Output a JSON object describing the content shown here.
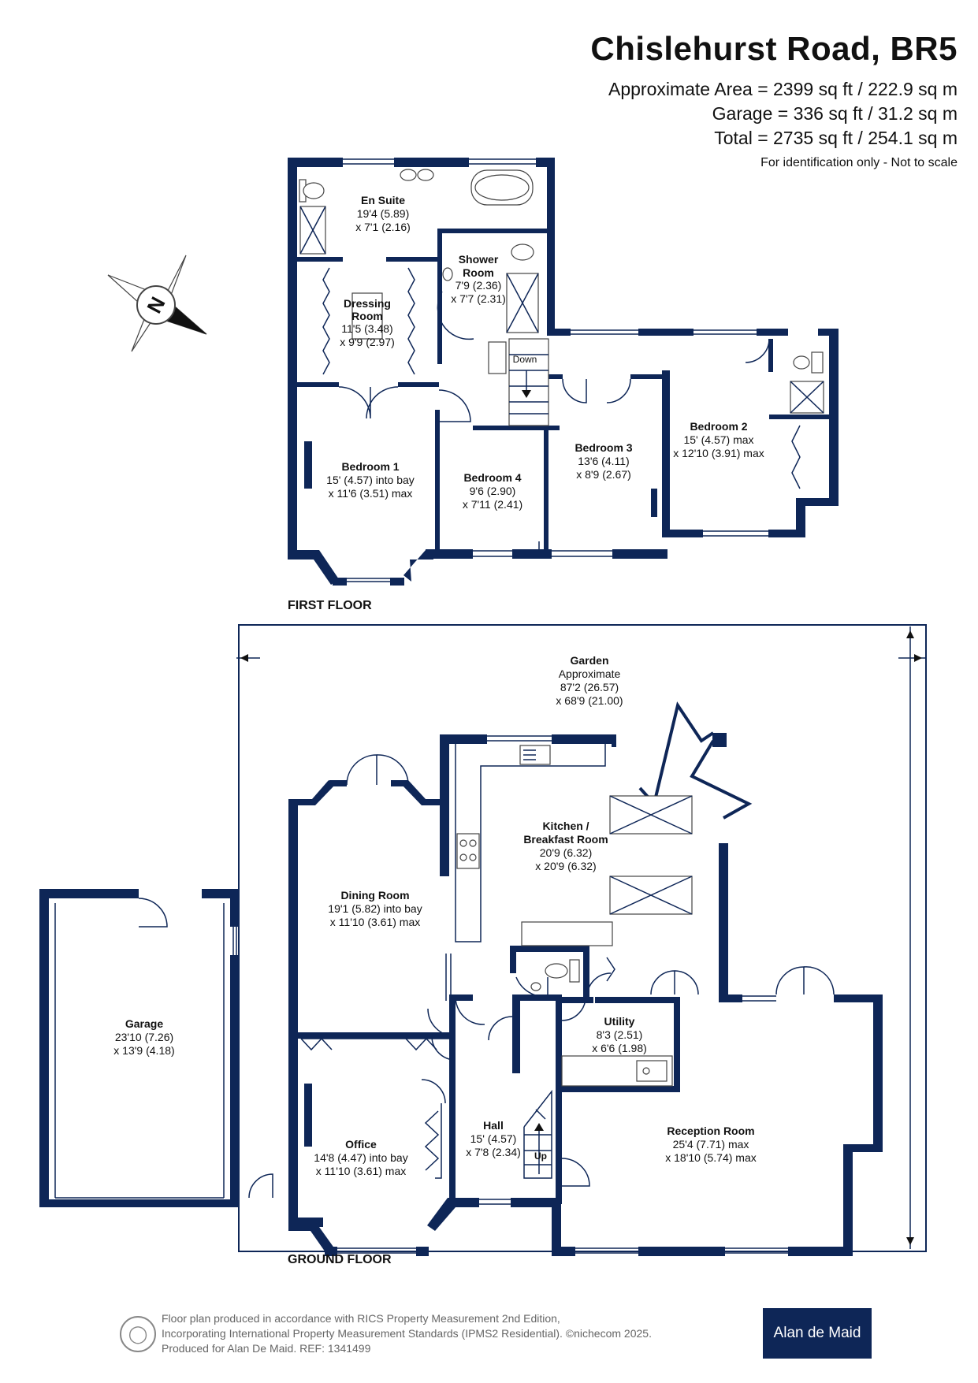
{
  "header": {
    "title": "Chislehurst Road, BR5",
    "area_main": "Approximate Area = 2399 sq ft / 222.9 sq m",
    "area_garage": "Garage = 336 sq ft / 31.2 sq m",
    "area_total": "Total = 2735 sq ft / 254.1 sq m",
    "note": "For identification only - Not to scale"
  },
  "compass": {
    "letter": "N"
  },
  "floors": {
    "first": "FIRST FLOOR",
    "ground": "GROUND FLOOR"
  },
  "rooms": {
    "en_suite": {
      "name": "En Suite",
      "d1": "19'4 (5.89)",
      "d2": "x 7'1 (2.16)"
    },
    "shower": {
      "name1": "Shower",
      "name2": "Room",
      "d1": "7'9 (2.36)",
      "d2": "x 7'7 (2.31)"
    },
    "dressing": {
      "name1": "Dressing",
      "name2": "Room",
      "d1": "11'5 (3.48)",
      "d2": "x 9'9 (2.97)"
    },
    "bedroom1": {
      "name": "Bedroom 1",
      "d1": "15' (4.57) into bay",
      "d2": "x 11'6 (3.51) max"
    },
    "bedroom2": {
      "name": "Bedroom 2",
      "d1": "15' (4.57) max",
      "d2": "x 12'10 (3.91) max"
    },
    "bedroom3": {
      "name": "Bedroom 3",
      "d1": "13'6 (4.11)",
      "d2": "x 8'9 (2.67)"
    },
    "bedroom4": {
      "name": "Bedroom 4",
      "d1": "9'6 (2.90)",
      "d2": "x 7'11 (2.41)"
    },
    "garden": {
      "name": "Garden",
      "d0": "Approximate",
      "d1": "87'2 (26.57)",
      "d2": "x 68'9 (21.00)"
    },
    "kitchen": {
      "name1": "Kitchen /",
      "name2": "Breakfast Room",
      "d1": "20'9 (6.32)",
      "d2": "x 20'9 (6.32)"
    },
    "dining": {
      "name": "Dining Room",
      "d1": "19'1 (5.82) into bay",
      "d2": "x 11'10 (3.61) max"
    },
    "garage": {
      "name": "Garage",
      "d1": "23'10 (7.26)",
      "d2": "x 13'9 (4.18)"
    },
    "utility": {
      "name": "Utility",
      "d1": "8'3 (2.51)",
      "d2": "x 6'6 (1.98)"
    },
    "office": {
      "name": "Office",
      "d1": "14'8 (4.47) into bay",
      "d2": "x 11'10 (3.61) max"
    },
    "hall": {
      "name": "Hall",
      "d1": "15' (4.57)",
      "d2": "x 7'8 (2.34)"
    },
    "reception": {
      "name": "Reception Room",
      "d1": "25'4 (7.71) max",
      "d2": "x 18'10 (5.74) max"
    }
  },
  "stairs": {
    "down": "Down",
    "up": "Up"
  },
  "footer": {
    "line1": "Floor plan produced in accordance with RICS Property Measurement 2nd Edition,",
    "line2": "Incorporating International Property Measurement Standards (IPMS2 Residential).   ©nichecom 2025.",
    "line3": "Produced for Alan De Maid.   REF: 1341499",
    "brand": "Alan de Maid"
  }
}
